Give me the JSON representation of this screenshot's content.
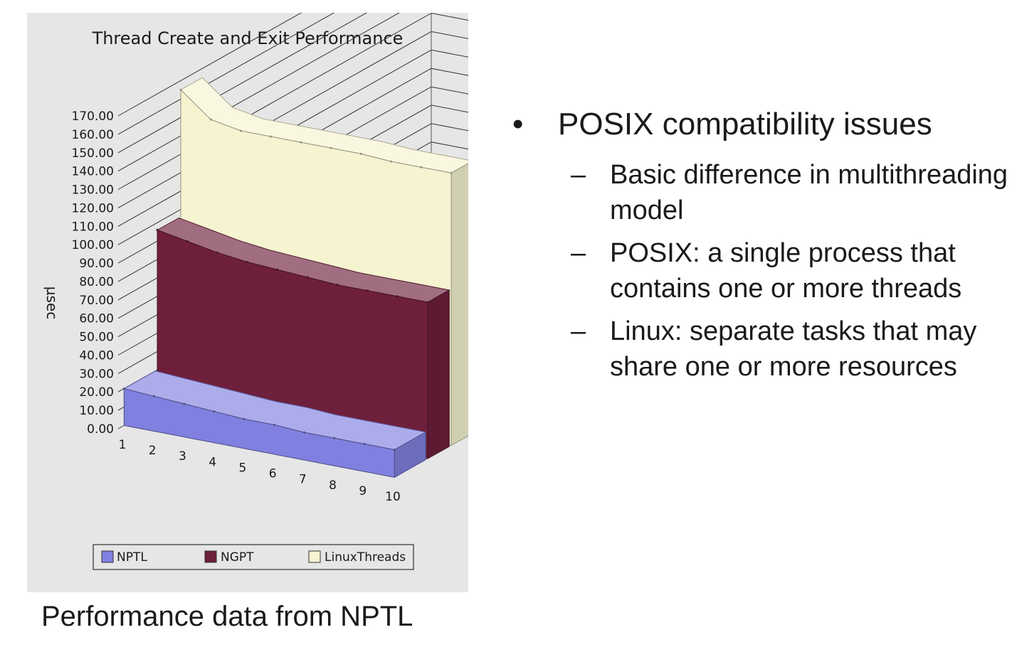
{
  "chart_data": {
    "type": "area",
    "title": "Thread Create and Exit Performance",
    "ylabel": "µsec",
    "xlabel": "",
    "ylim": [
      0,
      170
    ],
    "y_ticks": [
      "0.00",
      "10.00",
      "20.00",
      "30.00",
      "40.00",
      "50.00",
      "60.00",
      "70.00",
      "80.00",
      "90.00",
      "100.00",
      "110.00",
      "120.00",
      "130.00",
      "140.00",
      "150.00",
      "160.00",
      "170.00"
    ],
    "categories": [
      "1",
      "2",
      "3",
      "4",
      "5",
      "6",
      "7",
      "8",
      "9",
      "10"
    ],
    "legend_position": "bottom",
    "series": [
      {
        "name": "NPTL",
        "color": "#8080e0",
        "values": [
          20,
          19,
          18,
          17,
          16,
          16,
          15,
          15,
          15,
          15
        ]
      },
      {
        "name": "NGPT",
        "color": "#6e1f3c",
        "values": [
          96,
          93,
          90,
          88,
          87,
          86,
          85,
          85,
          85,
          85
        ]
      },
      {
        "name": "LinuxThreads",
        "color": "#f5f3d0",
        "values": [
          165,
          152,
          149,
          149,
          149,
          149,
          149,
          148,
          148,
          148
        ]
      }
    ]
  },
  "caption": "Performance data from NPTL",
  "bullets": {
    "marker": "•",
    "main": "POSIX compatibility issues",
    "sub_marker": "–",
    "sub": [
      "Basic difference in multithreading model",
      "POSIX: a single process that contains one or more threads",
      "Linux: separate tasks that may share one or more resources"
    ]
  }
}
